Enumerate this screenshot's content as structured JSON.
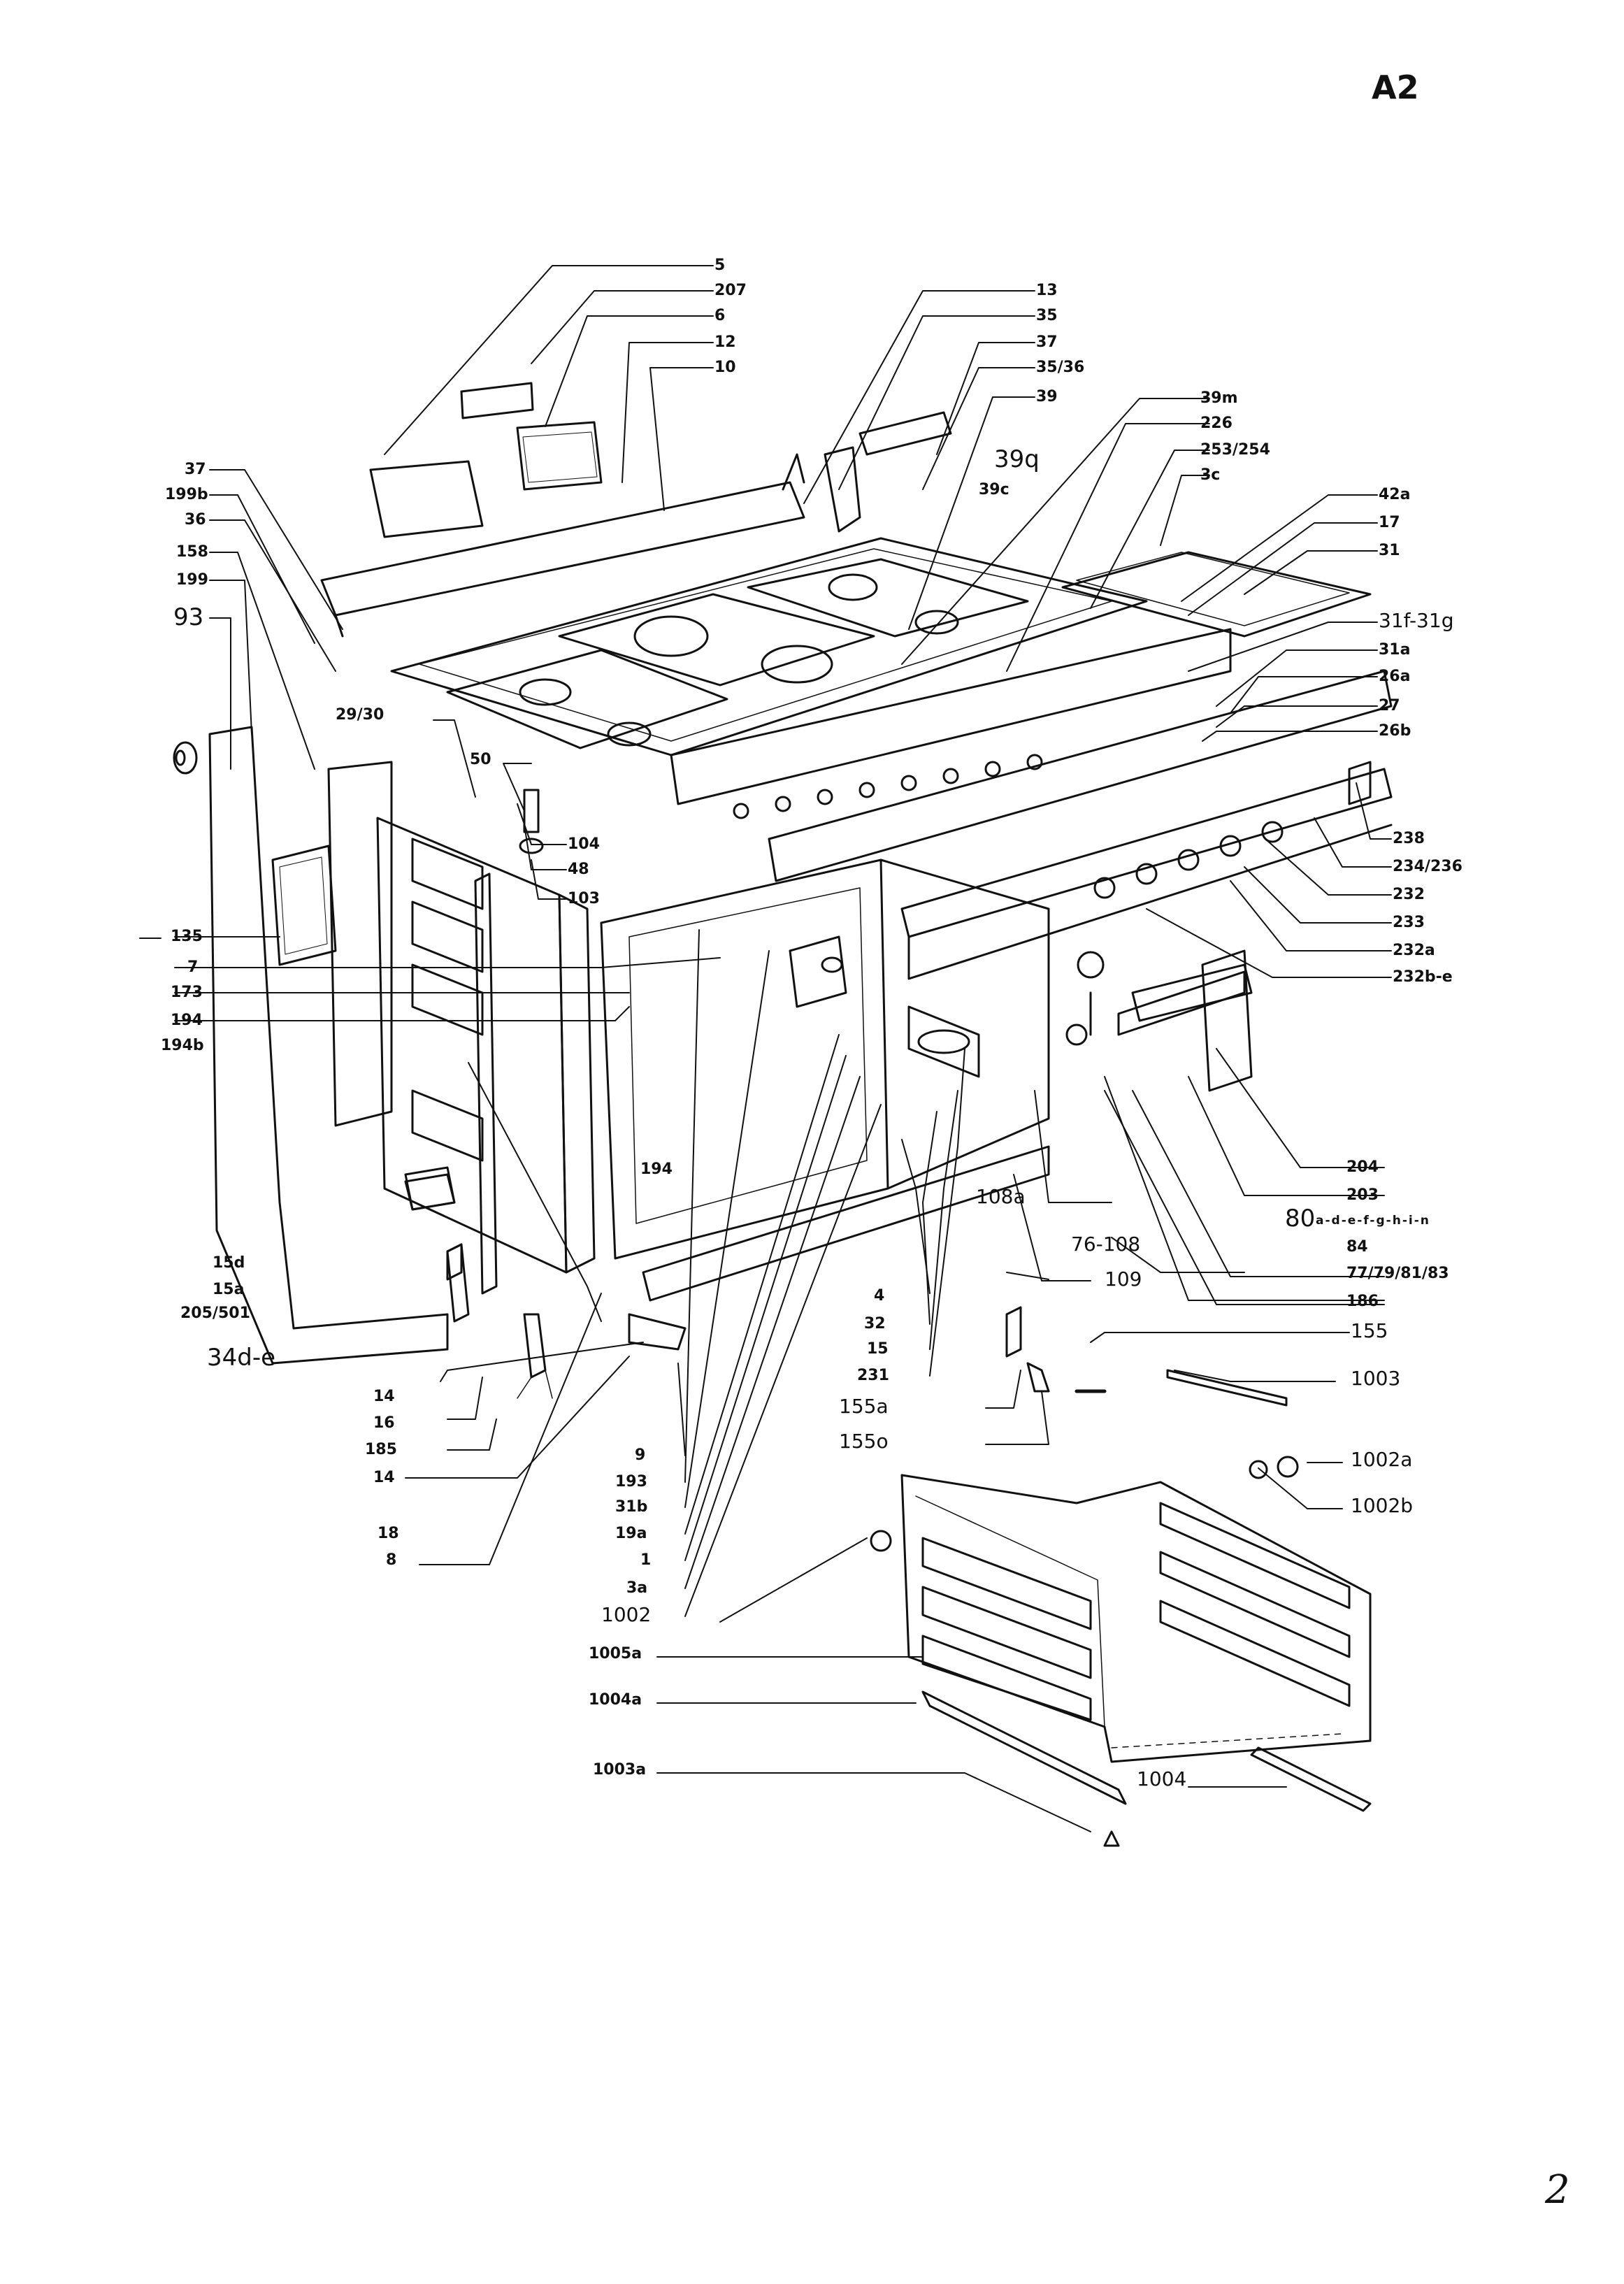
{
  "sheet_id": "A2",
  "page_number": "2",
  "callouts": [
    {
      "id": "c5",
      "text": "5"
    },
    {
      "id": "c207",
      "text": "207"
    },
    {
      "id": "c6",
      "text": "6"
    },
    {
      "id": "c12",
      "text": "12"
    },
    {
      "id": "c10",
      "text": "10"
    },
    {
      "id": "c13",
      "text": "13"
    },
    {
      "id": "c35",
      "text": "35"
    },
    {
      "id": "c37r",
      "text": "37"
    },
    {
      "id": "c3536",
      "text": "35/36"
    },
    {
      "id": "c39",
      "text": "39"
    },
    {
      "id": "c39m",
      "text": "39m"
    },
    {
      "id": "c226",
      "text": "226"
    },
    {
      "id": "c253",
      "text": "253/254"
    },
    {
      "id": "c3c",
      "text": "3c"
    },
    {
      "id": "c39q",
      "text": "39q"
    },
    {
      "id": "c39c",
      "text": "39c"
    },
    {
      "id": "c42a",
      "text": "42a"
    },
    {
      "id": "c17",
      "text": "17"
    },
    {
      "id": "c31",
      "text": "31"
    },
    {
      "id": "c31f",
      "text": "31f-31g"
    },
    {
      "id": "c31a",
      "text": "31a"
    },
    {
      "id": "c26a",
      "text": "26a"
    },
    {
      "id": "c27",
      "text": "27"
    },
    {
      "id": "c26b",
      "text": "26b"
    },
    {
      "id": "c238",
      "text": "238"
    },
    {
      "id": "c234",
      "text": "234/236"
    },
    {
      "id": "c232",
      "text": "232"
    },
    {
      "id": "c233",
      "text": "233"
    },
    {
      "id": "c232a",
      "text": "232a"
    },
    {
      "id": "c232b",
      "text": "232b-e"
    },
    {
      "id": "c37l",
      "text": "37"
    },
    {
      "id": "c199b",
      "text": "199b"
    },
    {
      "id": "c36",
      "text": "36"
    },
    {
      "id": "c158",
      "text": "158"
    },
    {
      "id": "c199",
      "text": "199"
    },
    {
      "id": "c93",
      "text": "93"
    },
    {
      "id": "c2930",
      "text": "29/30"
    },
    {
      "id": "c50",
      "text": "50"
    },
    {
      "id": "c104",
      "text": "104"
    },
    {
      "id": "c48",
      "text": "48"
    },
    {
      "id": "c103",
      "text": "103"
    },
    {
      "id": "c135",
      "text": "135"
    },
    {
      "id": "c7",
      "text": "7"
    },
    {
      "id": "c173",
      "text": "173"
    },
    {
      "id": "c194",
      "text": "194"
    },
    {
      "id": "c194b",
      "text": "194b"
    },
    {
      "id": "c194m",
      "text": "194"
    },
    {
      "id": "c15d",
      "text": "15d"
    },
    {
      "id": "c15a",
      "text": "15a"
    },
    {
      "id": "c205",
      "text": "205/501"
    },
    {
      "id": "c34",
      "text": "34d-e"
    },
    {
      "id": "c14a",
      "text": "14"
    },
    {
      "id": "c16",
      "text": "16"
    },
    {
      "id": "c185",
      "text": "185"
    },
    {
      "id": "c14b",
      "text": "14"
    },
    {
      "id": "c18",
      "text": "18"
    },
    {
      "id": "c8",
      "text": "8"
    },
    {
      "id": "c9",
      "text": "9"
    },
    {
      "id": "c193",
      "text": "193"
    },
    {
      "id": "c31b",
      "text": "31b"
    },
    {
      "id": "c19a",
      "text": "19a"
    },
    {
      "id": "c1",
      "text": "1"
    },
    {
      "id": "c3a",
      "text": "3a"
    },
    {
      "id": "c1002",
      "text": "1002"
    },
    {
      "id": "c1005a",
      "text": "1005a"
    },
    {
      "id": "c1004a",
      "text": "1004a"
    },
    {
      "id": "c1003a",
      "text": "1003a"
    },
    {
      "id": "c1004",
      "text": "1004"
    },
    {
      "id": "c4",
      "text": "4"
    },
    {
      "id": "c32",
      "text": "32"
    },
    {
      "id": "c15",
      "text": "15"
    },
    {
      "id": "c231",
      "text": "231"
    },
    {
      "id": "c155a",
      "text": "155a"
    },
    {
      "id": "c155o",
      "text": "155o"
    },
    {
      "id": "c108a",
      "text": "108a"
    },
    {
      "id": "c76",
      "text": "76-108"
    },
    {
      "id": "c109",
      "text": "109"
    },
    {
      "id": "c155",
      "text": "155"
    },
    {
      "id": "c1003",
      "text": "1003"
    },
    {
      "id": "c1002a",
      "text": "1002a"
    },
    {
      "id": "c1002b",
      "text": "1002b"
    },
    {
      "id": "c204",
      "text": "204"
    },
    {
      "id": "c203",
      "text": "203"
    },
    {
      "id": "c80",
      "text": "80"
    },
    {
      "id": "c80s",
      "text": "a-d-e-f-g-h-i-n"
    },
    {
      "id": "c84",
      "text": "84"
    },
    {
      "id": "c77",
      "text": "77/79/81/83"
    },
    {
      "id": "c186",
      "text": "186"
    }
  ]
}
